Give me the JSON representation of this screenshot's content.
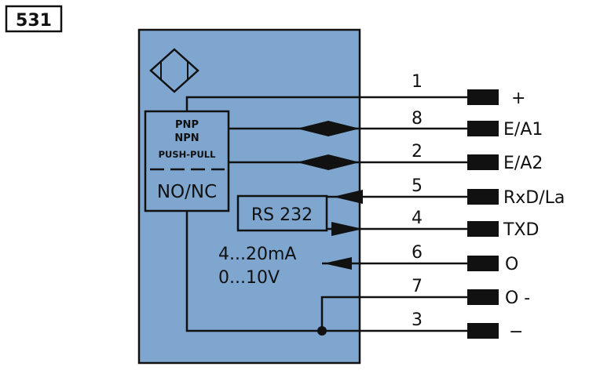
{
  "figure_number": "531",
  "mode_box": {
    "line1": "PNP",
    "line2": "NPN",
    "line3": "PUSH-PULL",
    "line4": "NO/NC"
  },
  "rs232_label": "RS 232",
  "analog_labels": {
    "current": "4...20mA",
    "voltage": "0...10V"
  },
  "pins": [
    {
      "number": "1",
      "label": "+"
    },
    {
      "number": "8",
      "label": "E/A1"
    },
    {
      "number": "2",
      "label": "E/A2"
    },
    {
      "number": "5",
      "label": "RxD/La"
    },
    {
      "number": "4",
      "label": "TXD"
    },
    {
      "number": "6",
      "label": "O"
    },
    {
      "number": "7",
      "label": "O -"
    },
    {
      "number": "3",
      "label": "−"
    }
  ],
  "icon": "diamond-sensor-icon",
  "colors": {
    "sensor_body": "#7ea6cf",
    "line": "#111111",
    "background": "#ffffff"
  }
}
